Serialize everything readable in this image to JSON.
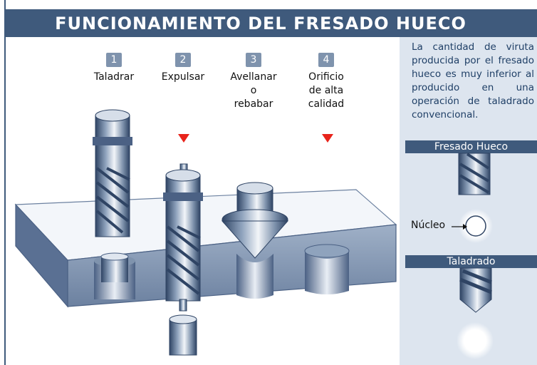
{
  "title": "FUNCIONAMIENTO DEL FRESADO HUECO",
  "steps": [
    {
      "number": "1",
      "label": "Taladrar"
    },
    {
      "number": "2",
      "label": "Expulsar"
    },
    {
      "number": "3",
      "label": "Avellanar\no\nrebabar"
    },
    {
      "number": "4",
      "label": "Orificio\nde alta\ncalidad"
    }
  ],
  "info_text": "La cantidad de viruta producida por el fresado hueco es muy inferior al producido en una operación de taladrado convencional.",
  "sections": {
    "hollow": "Fresado Hueco",
    "drill": "Taladrado"
  },
  "core_label": "Núcleo",
  "colors": {
    "title_bg": "#3f5a7c",
    "panel_bg": "#dde5ef",
    "arrow_marker": "#e8231b",
    "metal_dark": "#3a4f6f",
    "metal_light": "#e6ecf4"
  }
}
